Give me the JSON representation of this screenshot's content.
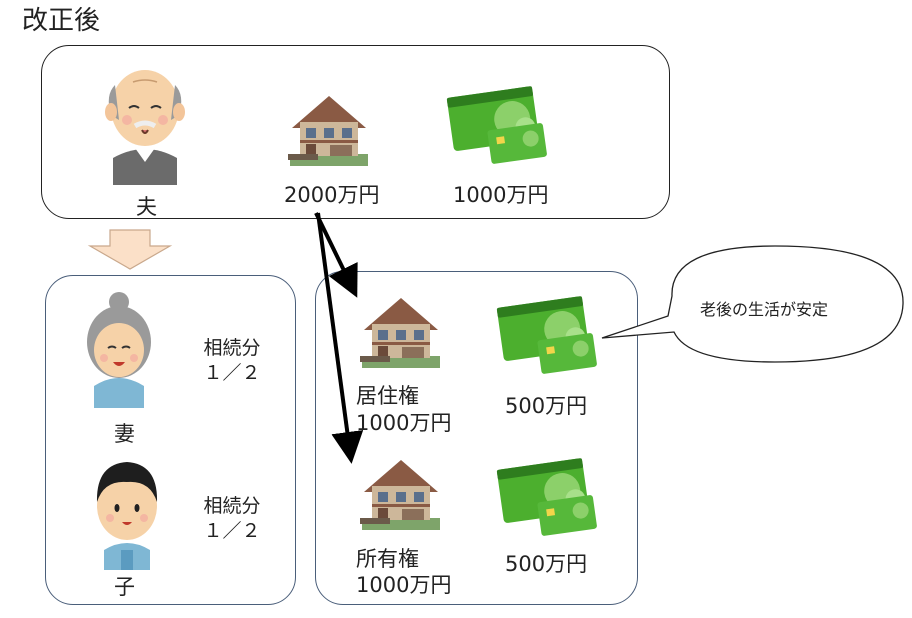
{
  "title": "改正後",
  "top": {
    "husband_label": "夫",
    "house_value": "2000万円",
    "deposit_value": "1000万円"
  },
  "heirs": {
    "wife_label": "妻",
    "wife_share_label": "相続分",
    "wife_share_value": "１／２",
    "child_label": "子",
    "child_share_label": "相続分",
    "child_share_value": "１／２"
  },
  "split": {
    "residence_right_label": "居住権",
    "residence_right_value": "1000万円",
    "ownership_label": "所有権",
    "ownership_value": "1000万円",
    "deposit_wife_value": "500万円",
    "deposit_child_value": "500万円"
  },
  "bubble": {
    "text": "老後の生活が安定"
  },
  "colors": {
    "card_green": "#4caf2e",
    "card_dark": "#2e7d1e",
    "house_wall": "#cdb79a",
    "house_roof": "#8a5a44",
    "down_arrow_fill": "#fbe0c8",
    "down_arrow_stroke": "#c9a88c"
  }
}
